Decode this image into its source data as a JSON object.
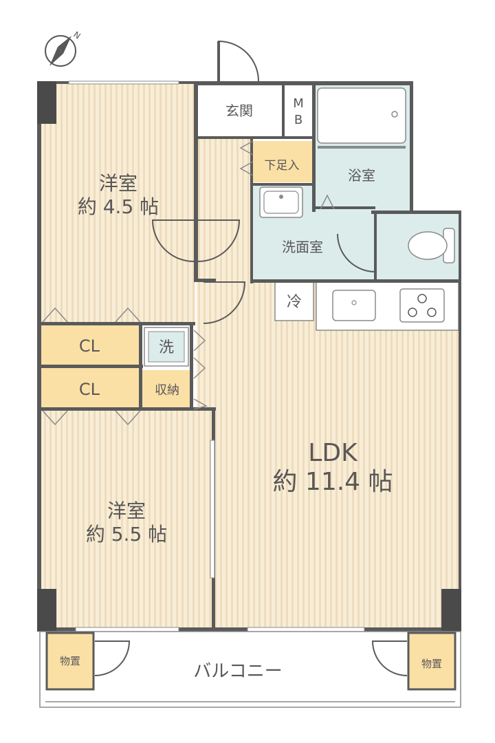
{
  "rooms": {
    "western_room_1": {
      "name": "洋室",
      "size": "約 4.5 帖"
    },
    "western_room_2": {
      "name": "洋室",
      "size": "約 5.5 帖"
    },
    "ldk": {
      "name": "LDK",
      "size": "約 11.4 帖"
    },
    "entrance": "玄関",
    "meter_box_line1": "M",
    "meter_box_line2": "B",
    "shoe_storage": "下足入",
    "bathroom": "浴室",
    "washroom": "洗面室",
    "closet_1": "CL",
    "closet_2": "CL",
    "washer": "洗",
    "storage": "収納",
    "refrigerator": "冷",
    "balcony": "バルコニー",
    "outdoor_storage_left": "物置",
    "outdoor_storage_right": "物置"
  },
  "colors": {
    "room_floor": "#f8eed8",
    "floor_stripe": "#efdcbd",
    "storage": "#fbe0a6",
    "wet_area": "#dbeceb",
    "wall": "#5a5a5a"
  }
}
